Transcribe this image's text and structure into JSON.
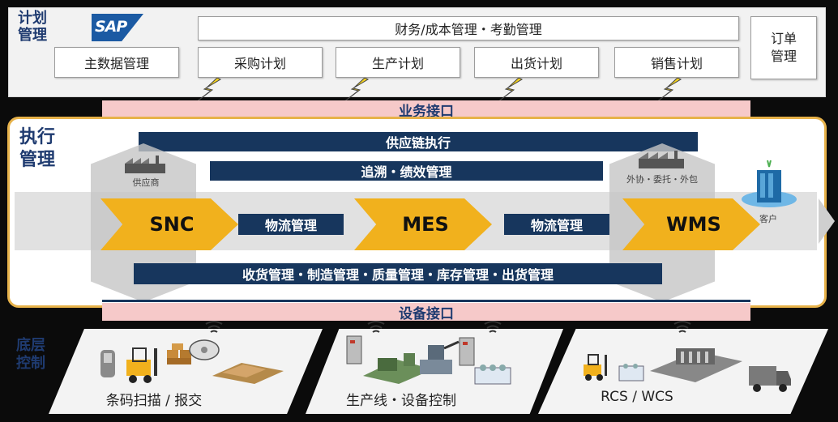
{
  "plan": {
    "title": "计划\n管理",
    "sap_logo": "SAP",
    "finance": "财务/成本管理・考勤管理",
    "master_data": "主数据管理",
    "purchase": "采购计划",
    "production": "生产计划",
    "shipping": "出货计划",
    "sales": "销售计划",
    "order": "订单\n管理"
  },
  "business_interface": "业务接口",
  "exec": {
    "title": "执行\n管理",
    "supply_chain": "供应链执行",
    "trace": "追溯・绩效管理",
    "supplier": "供应商",
    "outsource": "外协・委托・外包",
    "customer": "客户",
    "snc": "SNC",
    "logistics_1": "物流管理",
    "mes": "MES",
    "logistics_2": "物流管理",
    "wms": "WMS",
    "operations": "收货管理・制造管理・质量管理・库存管理・出货管理"
  },
  "device_interface": "设备接口",
  "control": {
    "title": "底层\n控制",
    "barcode": "条码扫描 / 报交",
    "production_line": "生产线・设备控制",
    "rcs": "RCS / WCS"
  },
  "colors": {
    "navy": "#17365d",
    "gold": "#f1b11d",
    "pink": "#f6c9c9",
    "title_blue": "#1f3b70"
  }
}
